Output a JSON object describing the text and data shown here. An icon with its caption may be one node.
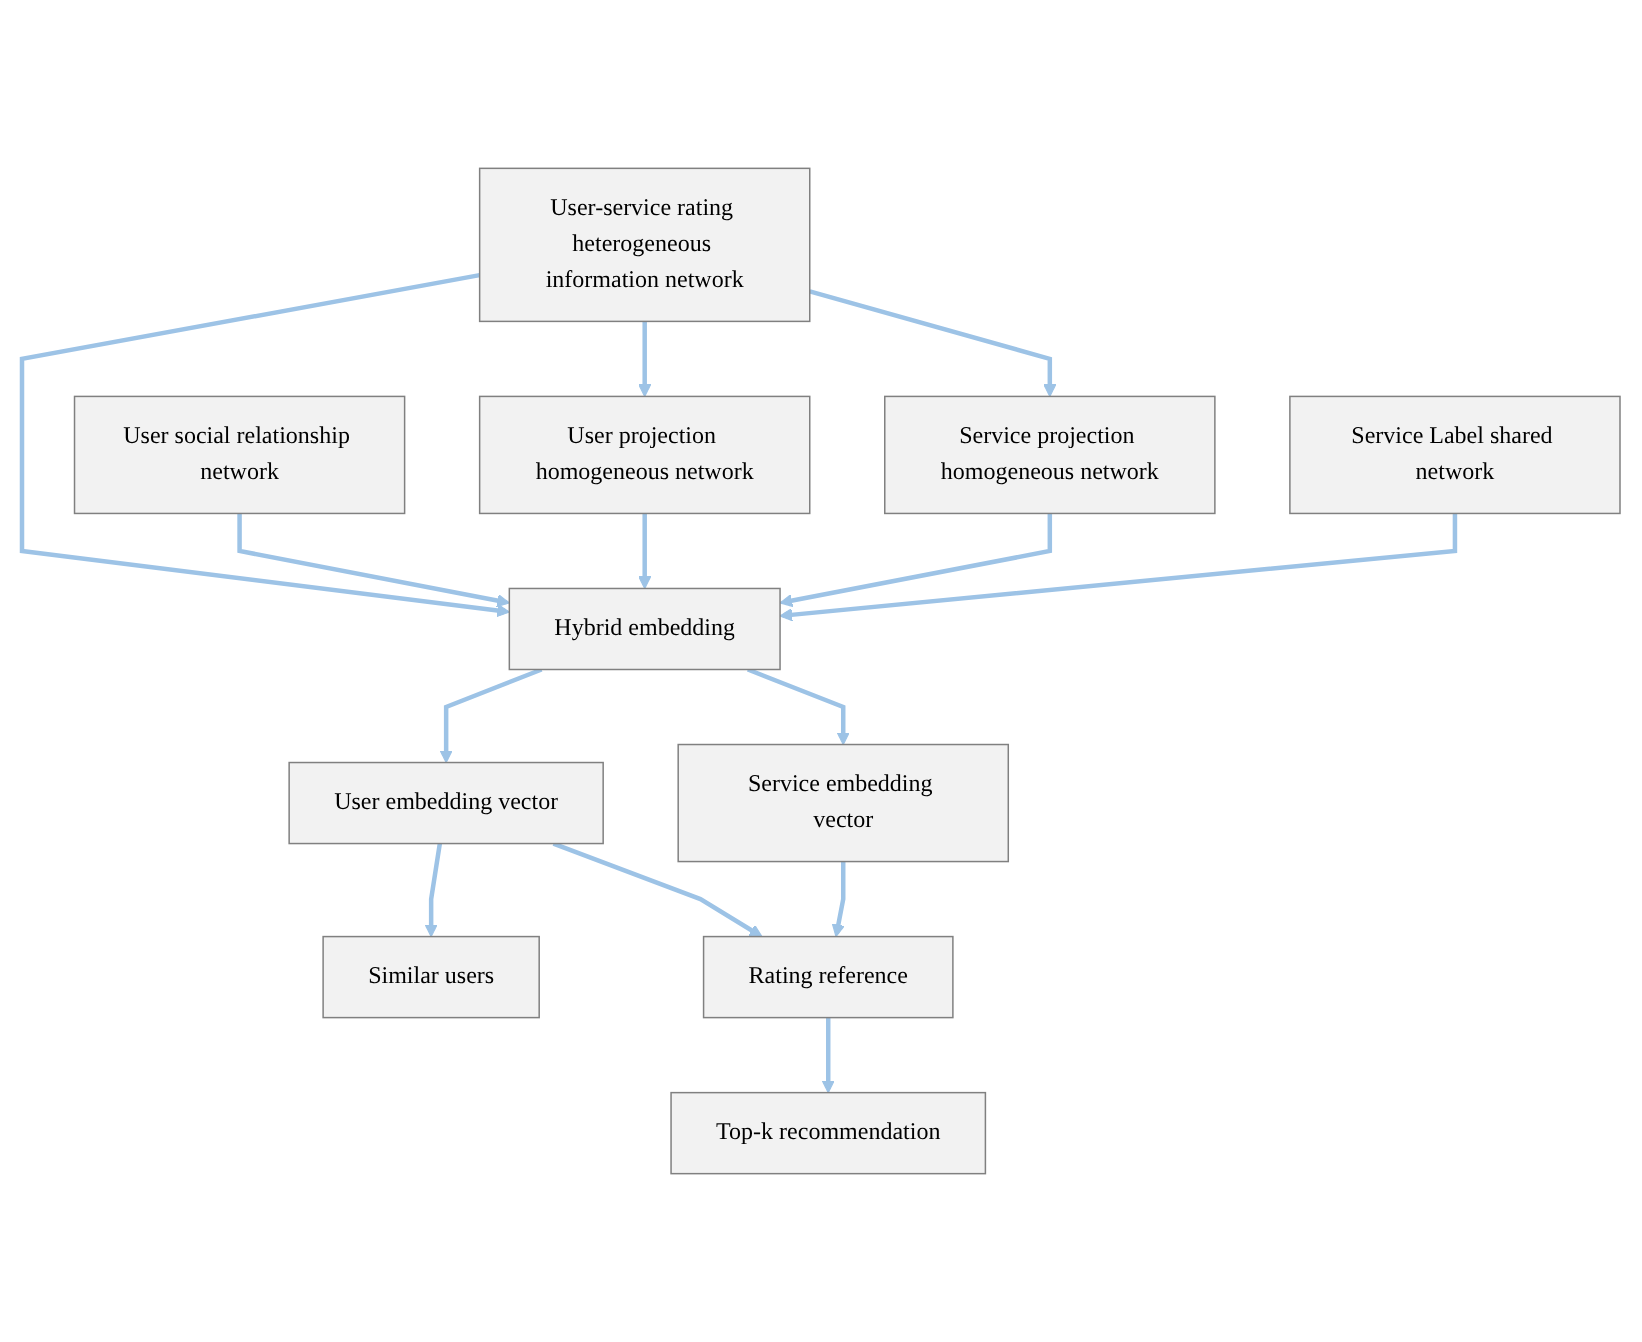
{
  "diagram": {
    "nodes": [
      {
        "text": [
          "User-service rating heterogeneous information network"
        ]
      },
      {
        "text": [
          "User social relationship network"
        ]
      },
      {
        "text": [
          "User projection homogeneous network"
        ]
      },
      {
        "text": [
          "Service projection homogeneous network"
        ]
      },
      {
        "text": [
          "Service Label shared network"
        ]
      },
      {
        "text": [
          "Hybrid embedding"
        ]
      },
      {
        "text": [
          "User embedding vector"
        ]
      },
      {
        "text": [
          "Service embedding vector"
        ]
      },
      {
        "text": [
          "Similar users"
        ]
      },
      {
        "text": [
          "Rating reference"
        ]
      },
      {
        "text": [
          "Top-k recommendation"
        ]
      }
    ],
    "edges": [
      {
        "from": 0,
        "to": 2,
        "arrow": "to"
      },
      {
        "from": 0,
        "to": 5,
        "arrow": "to"
      },
      {
        "from": 0,
        "to": 3,
        "arrow": "to"
      },
      {
        "from": 1,
        "to": 5,
        "arrow": "to"
      },
      {
        "from": 2,
        "to": 5,
        "arrow": "to"
      },
      {
        "from": 3,
        "to": 5,
        "arrow": "to"
      },
      {
        "from": 4,
        "to": 5,
        "arrow": "to"
      },
      {
        "from": 5,
        "to": 6,
        "arrow": "to"
      },
      {
        "from": 5,
        "to": 7,
        "arrow": "to"
      },
      {
        "from": 6,
        "to": 8,
        "arrow": "to"
      },
      {
        "from": 6,
        "to": 9,
        "arrow": "to"
      },
      {
        "from": 7,
        "to": 9,
        "arrow": "to"
      },
      {
        "from": 9,
        "to": 10,
        "arrow": "to"
      }
    ]
  }
}
